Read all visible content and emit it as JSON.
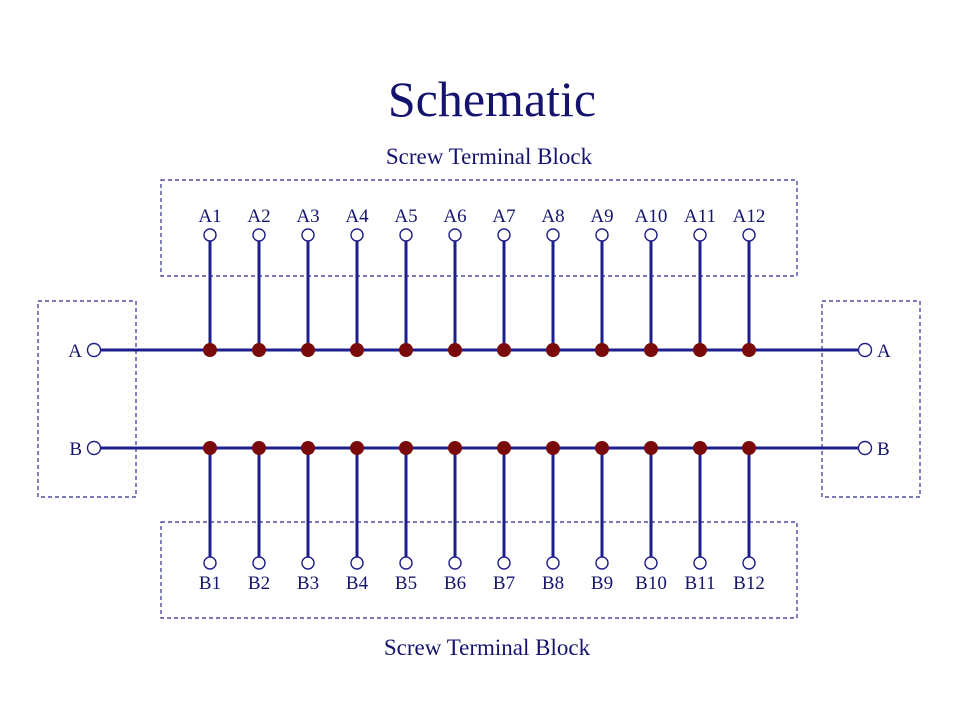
{
  "diagram": {
    "title": "Schematic",
    "top_block_label": "Screw Terminal  Block",
    "bottom_block_label": "Screw Terminal  Block",
    "left_connector": {
      "top_label": "A",
      "bottom_label": "B"
    },
    "right_connector": {
      "top_label": "A",
      "bottom_label": "B"
    },
    "top_terminals": [
      "A1",
      "A2",
      "A3",
      "A4",
      "A5",
      "A6",
      "A7",
      "A8",
      "A9",
      "A10",
      "A11",
      "A12"
    ],
    "bottom_terminals": [
      "B1",
      "B2",
      "B3",
      "B4",
      "B5",
      "B6",
      "B7",
      "B8",
      "B9",
      "B10",
      "B11",
      "B12"
    ],
    "colors": {
      "text": "#14146e",
      "wire": "#1e1e8c",
      "node": "#7a0a0a",
      "box_outline": "#2b2b90"
    }
  }
}
